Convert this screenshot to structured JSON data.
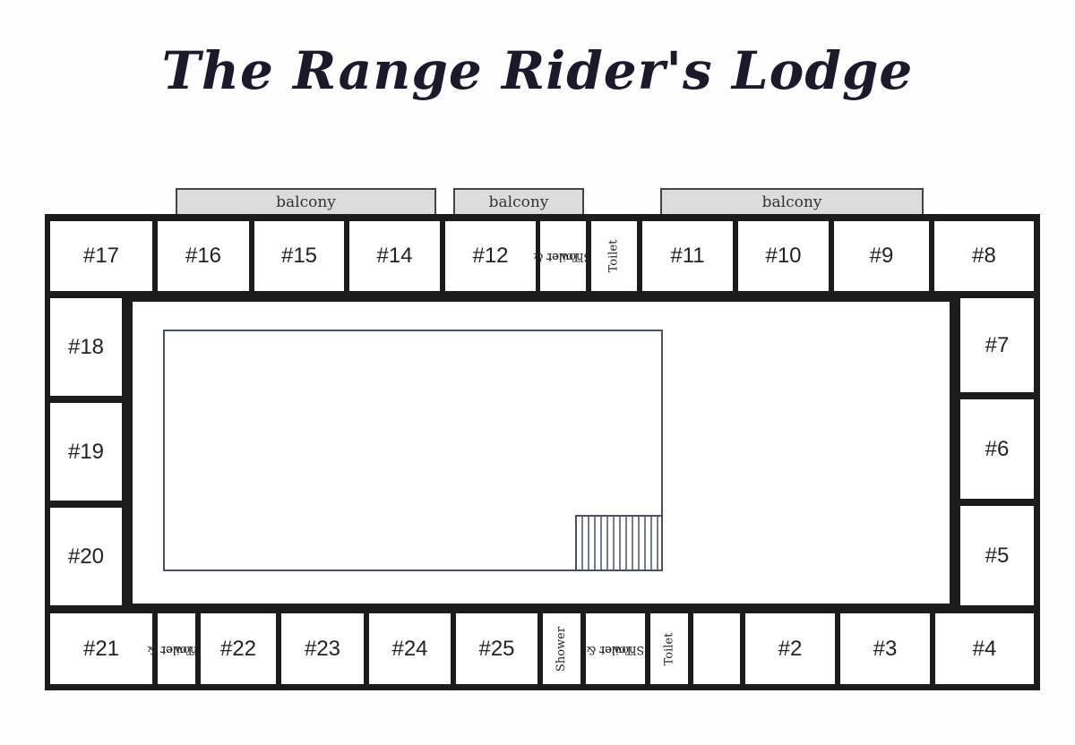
{
  "title": "The Range Rider's Lodge",
  "balconies": [
    "balcony",
    "balcony",
    "balcony"
  ],
  "top_row": {
    "r17": "#17",
    "r16": "#16",
    "r15": "#15",
    "r14": "#14",
    "r12": "#12",
    "toilet_shower": [
      "Toilet &",
      "Shower"
    ],
    "toilet": "Toilet",
    "r11": "#11",
    "r10": "#10",
    "r9": "#9",
    "r8": "#8"
  },
  "left_column": {
    "r18": "#18",
    "r19": "#19",
    "r20": "#20"
  },
  "right_column": {
    "r7": "#7",
    "r6": "#6",
    "r5": "#5"
  },
  "bottom_row": {
    "r21": "#21",
    "toilet_shower_1": [
      "Toilet &",
      "Shower"
    ],
    "r22": "#22",
    "r23": "#23",
    "r24": "#24",
    "r25": "#25",
    "shower": "Shower",
    "toilet_shower_2": [
      "Toilet &",
      "Shower"
    ],
    "toilet": "Toilet",
    "blank": "",
    "r2": "#2",
    "r3": "#3",
    "r4": "#4"
  },
  "colors": {
    "wall": "#1c1c1c",
    "balcony": "#dcdcdc",
    "pool_outline": "#4a5066"
  }
}
